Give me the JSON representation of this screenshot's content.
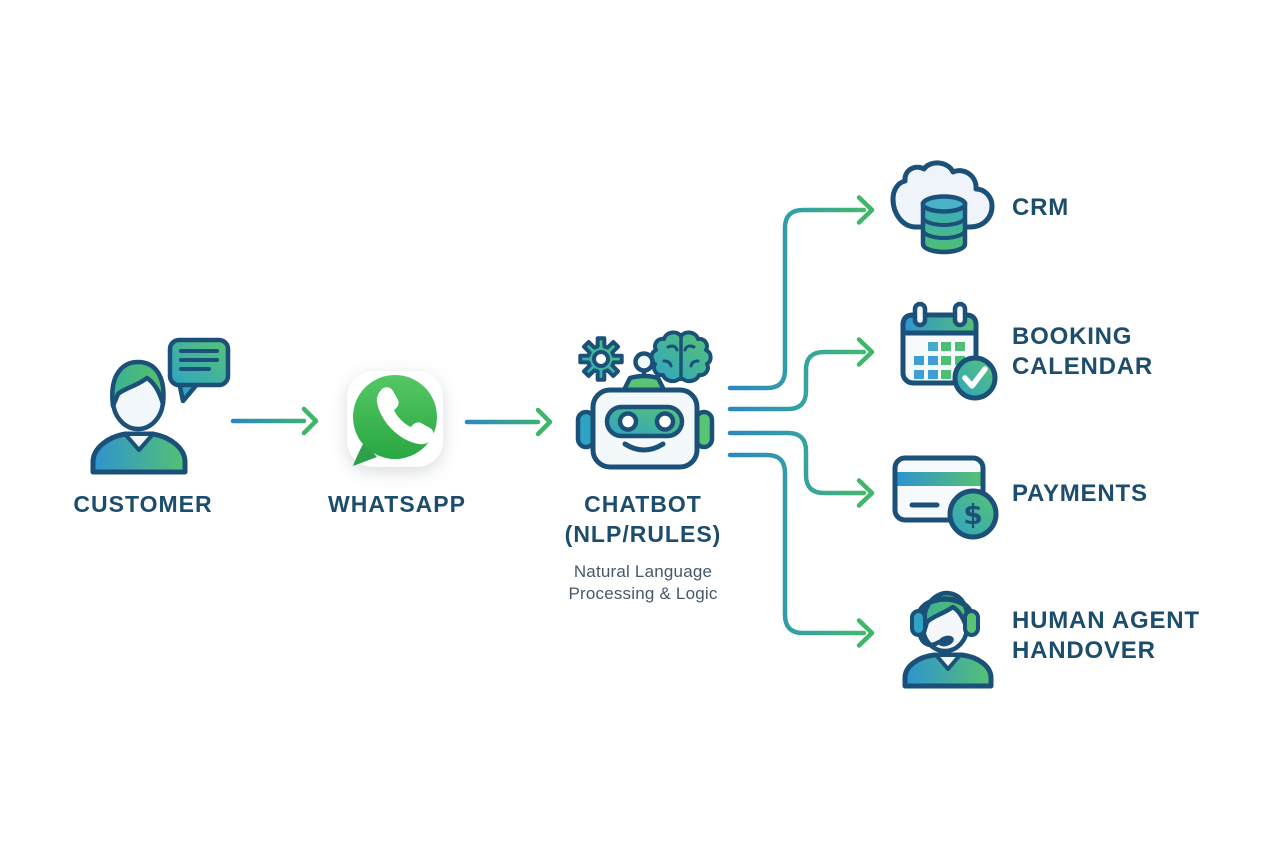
{
  "flow": {
    "nodes": [
      {
        "id": "customer",
        "label": "CUSTOMER",
        "icon": "person-chat-icon"
      },
      {
        "id": "whatsapp",
        "label": "WHATSAPP",
        "icon": "whatsapp-icon"
      },
      {
        "id": "chatbot",
        "label_line1": "CHATBOT",
        "label_line2": "(NLP/RULES)",
        "caption_line1": "Natural Language",
        "caption_line2": "Processing & Logic",
        "icon": "robot-icon"
      }
    ],
    "targets": [
      {
        "id": "crm",
        "label_line1": "CRM",
        "label_line2": "",
        "icon": "cloud-database-icon"
      },
      {
        "id": "booking_calendar",
        "label_line1": "BOOKING",
        "label_line2": "CALENDAR",
        "icon": "calendar-check-icon"
      },
      {
        "id": "payments",
        "label_line1": "PAYMENTS",
        "label_line2": "",
        "symbol": "$",
        "icon": "credit-card-dollar-icon"
      },
      {
        "id": "human_agent_handover",
        "label_line1": "HUMAN AGENT",
        "label_line2": "HANDOVER",
        "icon": "headset-agent-icon"
      }
    ],
    "edges": [
      {
        "from": "customer",
        "to": "whatsapp"
      },
      {
        "from": "whatsapp",
        "to": "chatbot"
      },
      {
        "from": "chatbot",
        "to": "crm"
      },
      {
        "from": "chatbot",
        "to": "booking_calendar"
      },
      {
        "from": "chatbot",
        "to": "payments"
      },
      {
        "from": "chatbot",
        "to": "human_agent_handover"
      }
    ],
    "colors": {
      "background": "#ffffff",
      "outline_navy": "#1b5178",
      "text_navy": "#1d4d6d",
      "caption_gray": "#46586a",
      "teal": "#2fa3c4",
      "green": "#52c073",
      "arrow_green": "#3fb768",
      "line_blue": "#2b87c2",
      "whatsapp_green": "#3cb94f"
    }
  }
}
